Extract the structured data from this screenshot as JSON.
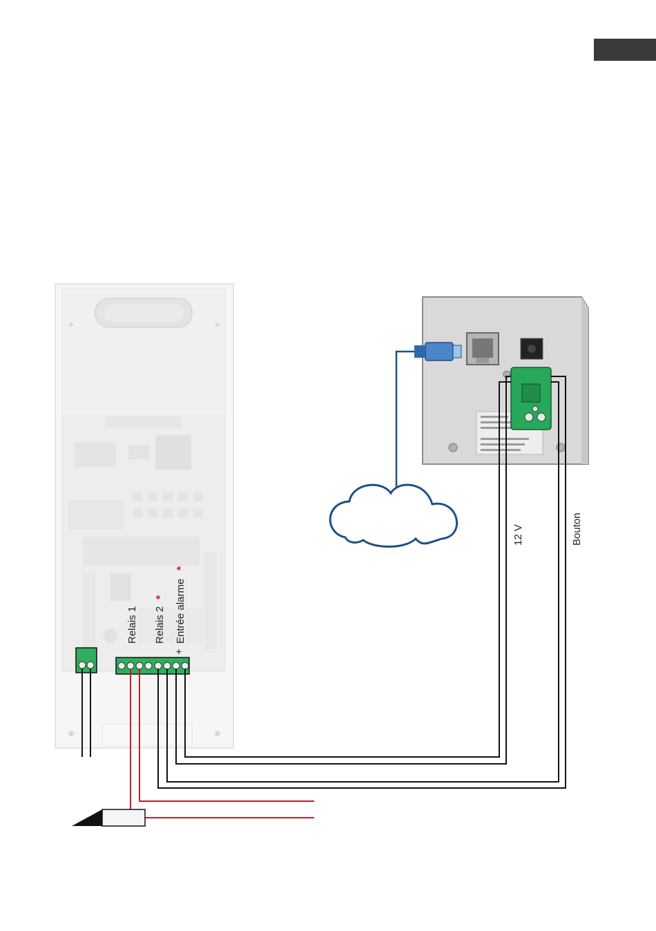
{
  "labels": {
    "relay1": "Relais 1",
    "relay2": "Relais 2",
    "alarm_input": "Entrée alarme",
    "plus_sign": "+",
    "asterisk": "*",
    "power_12v": "12 V",
    "button": "Bouton"
  },
  "icons": {
    "cloud": "cloud-icon",
    "network_plug": "rj45-plug-icon",
    "door_opener": "door-opener-icon"
  },
  "colors": {
    "page_tab": "#3a3a3a",
    "wire_black": "#111111",
    "wire_red": "#c0202a",
    "network_cable": "#1f4f8a",
    "cloud_stroke": "#1f4f8a",
    "plug_blue": "#4a86c8",
    "board_green": "#27a85a",
    "terminal_green": "#2fae5e",
    "panel_metal": "#d9d9d9",
    "faded_intercom": "#e9e9e9"
  }
}
